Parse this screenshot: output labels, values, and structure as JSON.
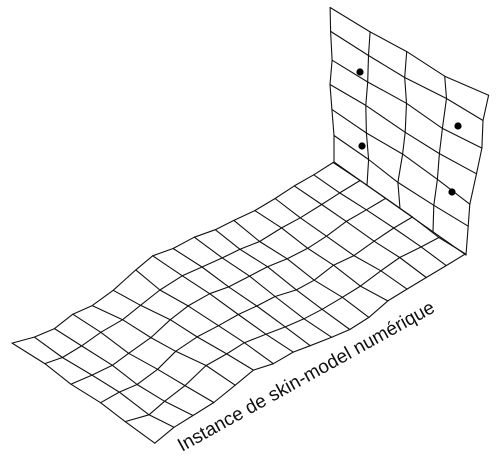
{
  "diagram": {
    "caption": "Instance de skin-model numérique",
    "ink_color": "#111111",
    "background": "#ffffff",
    "floor_grid": {
      "rows": 5,
      "cols": 16
    },
    "wall_grid": {
      "rows": 6,
      "cols": 4
    },
    "marked_points_count": 4
  }
}
